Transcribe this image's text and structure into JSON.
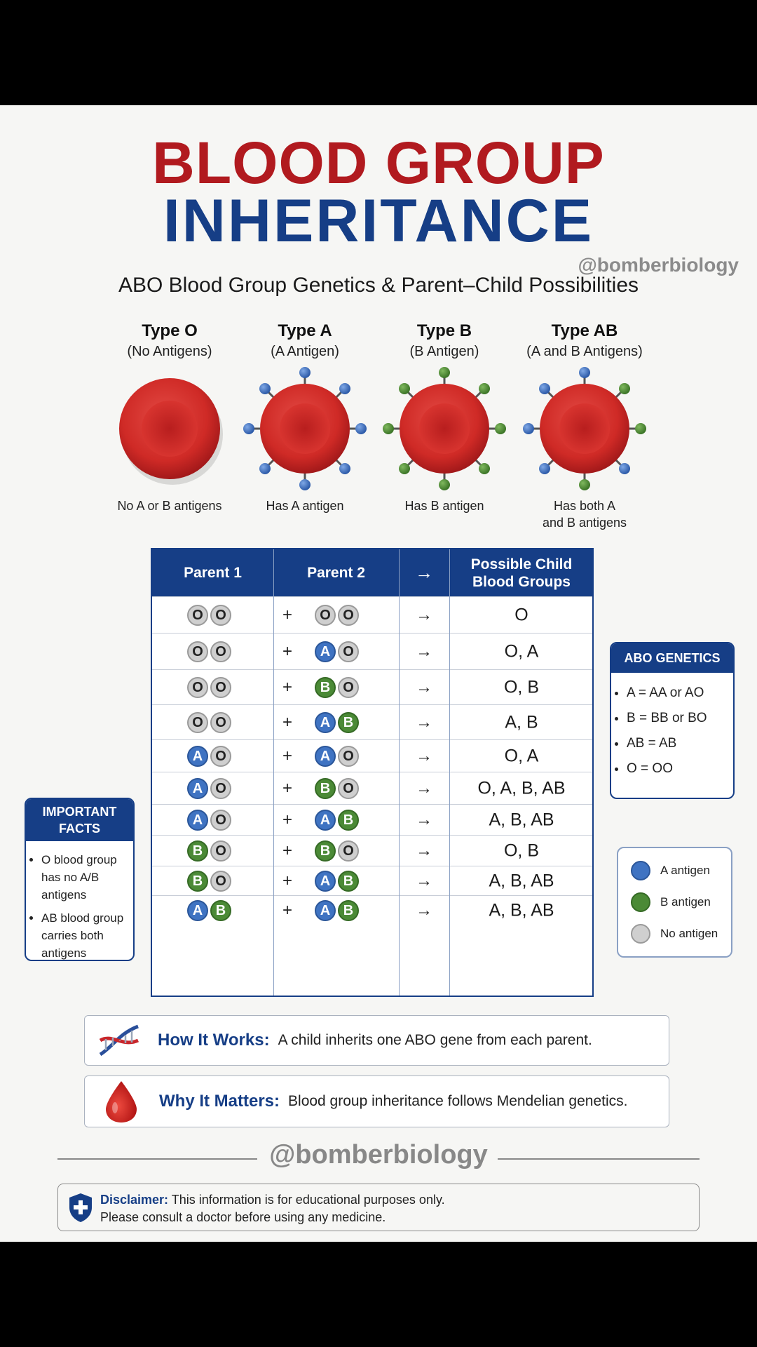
{
  "title_line1": "BLOOD GROUP",
  "title_line2": "INHERITANCE",
  "handle": "@bomberbiology",
  "subtitle": "ABO Blood Group Genetics & Parent–Child Possibilities",
  "blood_types": [
    {
      "name": "Type O",
      "sub": "(No Antigens)",
      "desc1": "No A or B antigens",
      "desc2": ""
    },
    {
      "name": "Type A",
      "sub": "(A Antigen)",
      "desc1": "Has A antigen",
      "desc2": ""
    },
    {
      "name": "Type B",
      "sub": "(B Antigen)",
      "desc1": "Has B antigen",
      "desc2": ""
    },
    {
      "name": "Type AB",
      "sub": "(A and B Antigens)",
      "desc1": "Has both A",
      "desc2": "and B antigens"
    }
  ],
  "table": {
    "headers": {
      "parent1": "Parent 1",
      "parent2": "Parent 2",
      "arrow": "→",
      "child_line1": "Possible Child",
      "child_line2": "Blood Groups"
    },
    "plus": "+",
    "arrow": "→",
    "rows": [
      {
        "p1": [
          "O",
          "O"
        ],
        "p2": [
          "O",
          "O"
        ],
        "child": "O"
      },
      {
        "p1": [
          "O",
          "O"
        ],
        "p2": [
          "A",
          "O"
        ],
        "child": "O, A"
      },
      {
        "p1": [
          "O",
          "O"
        ],
        "p2": [
          "B",
          "O"
        ],
        "child": "O, B"
      },
      {
        "p1": [
          "O",
          "O"
        ],
        "p2": [
          "A",
          "B"
        ],
        "child": "A, B"
      },
      {
        "p1": [
          "A",
          "O"
        ],
        "p2": [
          "A",
          "O"
        ],
        "child": "O, A"
      },
      {
        "p1": [
          "A",
          "O"
        ],
        "p2": [
          "B",
          "O"
        ],
        "child": "O, A, B, AB"
      },
      {
        "p1": [
          "A",
          "O"
        ],
        "p2": [
          "A",
          "B"
        ],
        "child": "A, B, AB"
      },
      {
        "p1": [
          "B",
          "O"
        ],
        "p2": [
          "B",
          "O"
        ],
        "child": "O, B"
      },
      {
        "p1": [
          "B",
          "O"
        ],
        "p2": [
          "A",
          "B"
        ],
        "child": "A, B, AB"
      },
      {
        "p1": [
          "A",
          "B"
        ],
        "p2": [
          "A",
          "B"
        ],
        "child": "A, B, AB"
      }
    ]
  },
  "abo_genetics": {
    "title": "ABO GENETICS",
    "items": [
      "A = AA or AO",
      "B = BB or BO",
      "AB = AB",
      "O = OO"
    ]
  },
  "important_facts": {
    "title_line1": "IMPORTANT",
    "title_line2": "FACTS",
    "items": [
      {
        "l1": "O blood group",
        "l2": "has no A/B",
        "l3": "antigens"
      },
      {
        "l1": "AB blood group",
        "l2": "carries both",
        "l3": "antigens"
      }
    ]
  },
  "legend": {
    "items": [
      {
        "label": "A antigen",
        "color": "#3f73c2"
      },
      {
        "label": "B antigen",
        "color": "#4b8a36"
      },
      {
        "label": "No antigen",
        "color": "#cfcfcf"
      }
    ]
  },
  "how_it_works": {
    "label": "How It Works:",
    "text": "A child inherits one ABO gene from each parent."
  },
  "why_it_matters": {
    "label": "Why It Matters:",
    "text": "Blood group inheritance follows Mendelian genetics."
  },
  "disclaimer": {
    "label": "Disclaimer:",
    "line1": "This information is for educational purposes only.",
    "line2": "Please consult a doctor before using any medicine."
  },
  "colors": {
    "red": "#b11a1f",
    "navy": "#163e86",
    "a_antigen": "#3f73c2",
    "b_antigen": "#4b8a36",
    "no_antigen": "#cfcfcf"
  }
}
